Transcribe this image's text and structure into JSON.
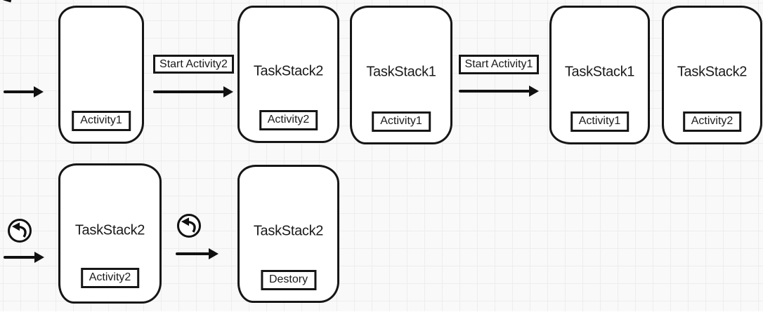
{
  "diagram": {
    "description": "Hand-drawn style flow diagram of Android task stacks and activities",
    "colors": {
      "background": "#f9f9f9",
      "grid": "#ededed",
      "stroke": "#161616",
      "shape_fill": "#ffffff",
      "text": "#1a1a1a"
    },
    "boxes": [
      {
        "title": "",
        "badge": "Activity1"
      },
      {
        "title": "TaskStack2",
        "badge": "Activity2"
      },
      {
        "title": "TaskStack1",
        "badge": "Activity1"
      },
      {
        "title": "TaskStack1",
        "badge": "Activity1"
      },
      {
        "title": "TaskStack2",
        "badge": "Activity2"
      },
      {
        "title": "TaskStack2",
        "badge": "Activity2"
      },
      {
        "title": "TaskStack2",
        "badge": "Destory"
      }
    ],
    "edge_labels": [
      {
        "text": "Start Activity2"
      },
      {
        "text": "Start Activity1"
      }
    ],
    "icons": [
      {
        "name": "back-icon",
        "meaning": "back button pressed"
      },
      {
        "name": "back-icon",
        "meaning": "back button pressed"
      }
    ]
  }
}
